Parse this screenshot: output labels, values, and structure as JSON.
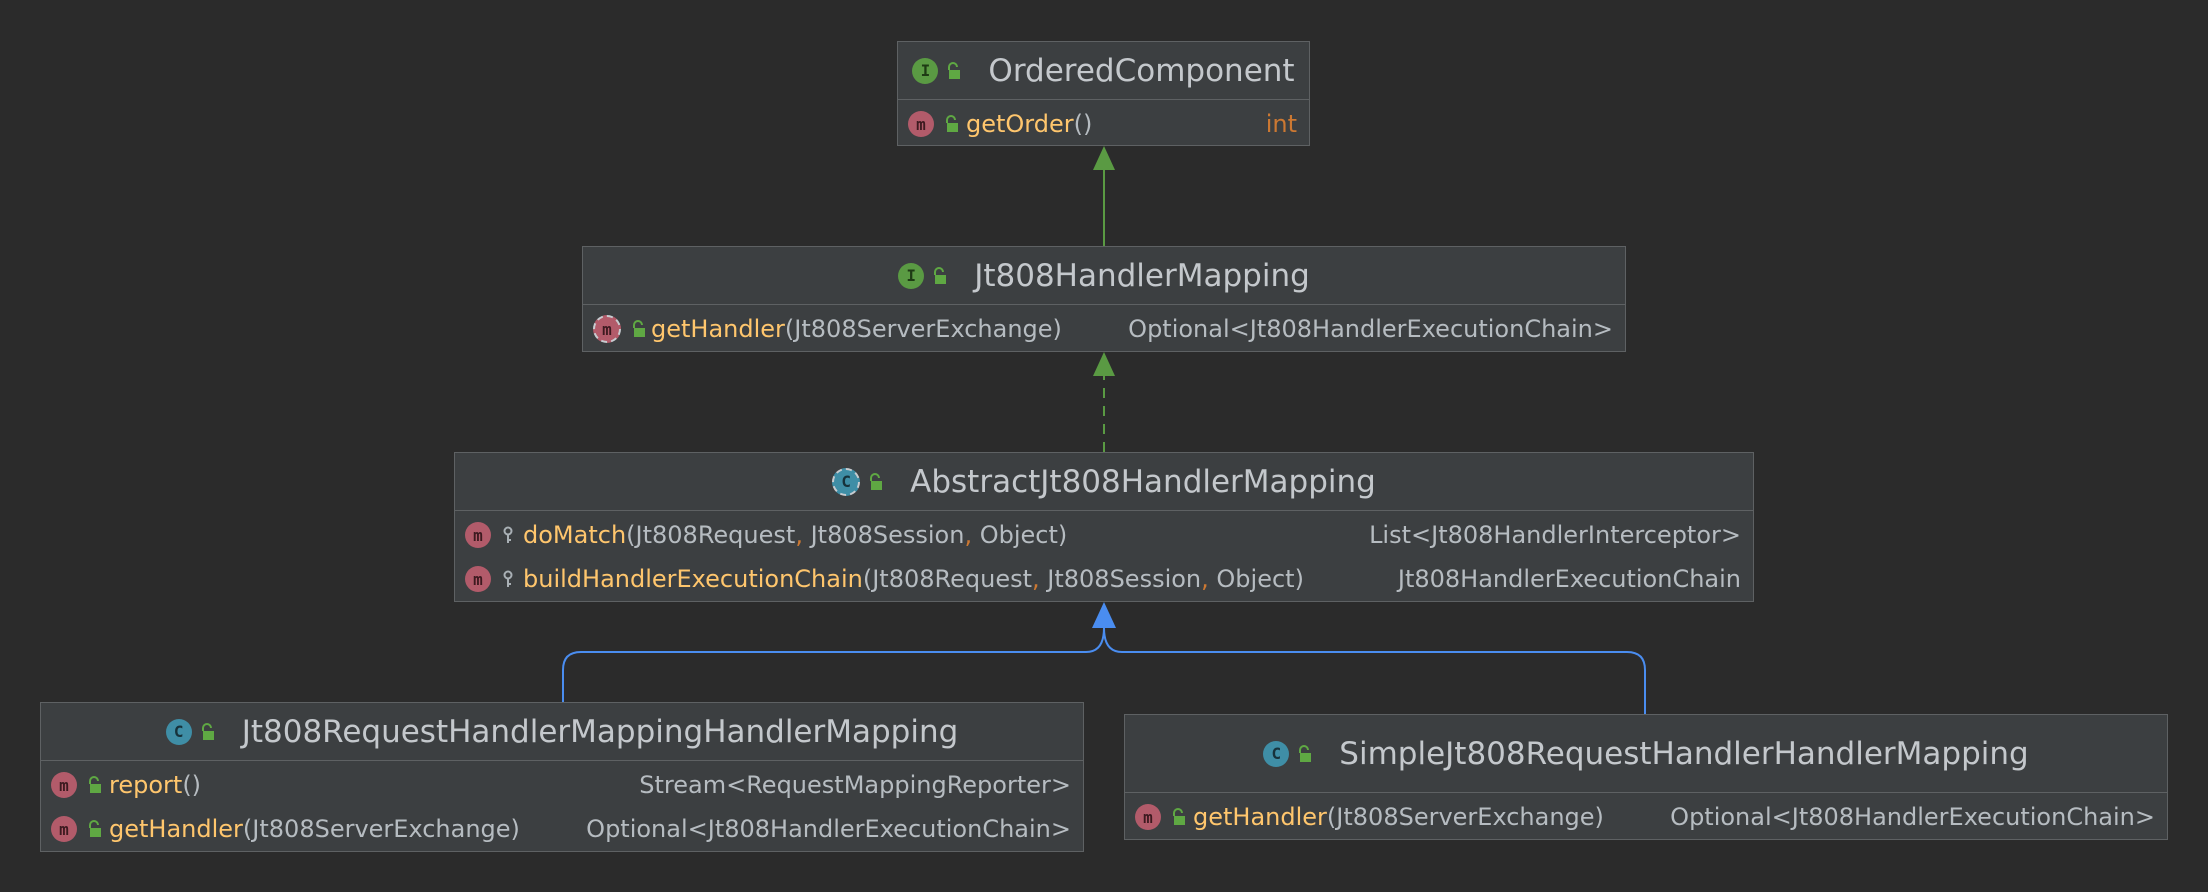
{
  "colors": {
    "background": "#2b2b2b",
    "node_bg": "#3c3f41",
    "method_name": "#ffc66d",
    "keyword": "#cc7832",
    "interface_badge": "#5a9a43",
    "class_badge": "#3f8ea6",
    "method_badge": "#b25b6a",
    "extends_arrow": "#5a9a43",
    "implements_arrow": "#4a8df0"
  },
  "nodes": {
    "ordered_component": {
      "title": "OrderedComponent",
      "kind_icon": "interface-icon",
      "methods": [
        {
          "name": "getOrder",
          "params": "()",
          "return": "int"
        }
      ]
    },
    "handler_mapping": {
      "title": "Jt808HandlerMapping",
      "kind_icon": "interface-icon",
      "methods": [
        {
          "name": "getHandler",
          "params": "(Jt808ServerExchange)",
          "return": "Optional<Jt808HandlerExecutionChain>"
        }
      ]
    },
    "abstract_mapping": {
      "title": "AbstractJt808HandlerMapping",
      "kind_icon": "abstract-class-icon",
      "methods": [
        {
          "name": "doMatch",
          "p1": "(Jt808Request",
          "p2": " Jt808Session",
          "p3": " Object)",
          "return": "List<Jt808HandlerInterceptor>"
        },
        {
          "name": "buildHandlerExecutionChain",
          "p1": "(Jt808Request",
          "p2": " Jt808Session",
          "p3": " Object)",
          "return": "Jt808HandlerExecutionChain"
        }
      ]
    },
    "request_mapping": {
      "title": "Jt808RequestHandlerMappingHandlerMapping",
      "kind_icon": "class-icon",
      "methods": [
        {
          "name": "report",
          "params": "()",
          "return": "Stream<RequestMappingReporter>"
        },
        {
          "name": "getHandler",
          "params": "(Jt808ServerExchange)",
          "return": "Optional<Jt808HandlerExecutionChain>"
        }
      ]
    },
    "simple_mapping": {
      "title": "SimpleJt808RequestHandlerHandlerMapping",
      "kind_icon": "class-icon",
      "methods": [
        {
          "name": "getHandler",
          "params": "(Jt808ServerExchange)",
          "return": "Optional<Jt808HandlerExecutionChain>"
        }
      ]
    }
  },
  "edges": [
    {
      "from": "handler_mapping",
      "to": "ordered_component",
      "type": "extends"
    },
    {
      "from": "abstract_mapping",
      "to": "handler_mapping",
      "type": "implements"
    },
    {
      "from": "request_mapping",
      "to": "abstract_mapping",
      "type": "extends"
    },
    {
      "from": "simple_mapping",
      "to": "abstract_mapping",
      "type": "extends"
    }
  ],
  "icons": {
    "interface_letter": "I",
    "class_letter": "C",
    "method_letter": "m"
  },
  "separators": {
    "comma": ","
  }
}
